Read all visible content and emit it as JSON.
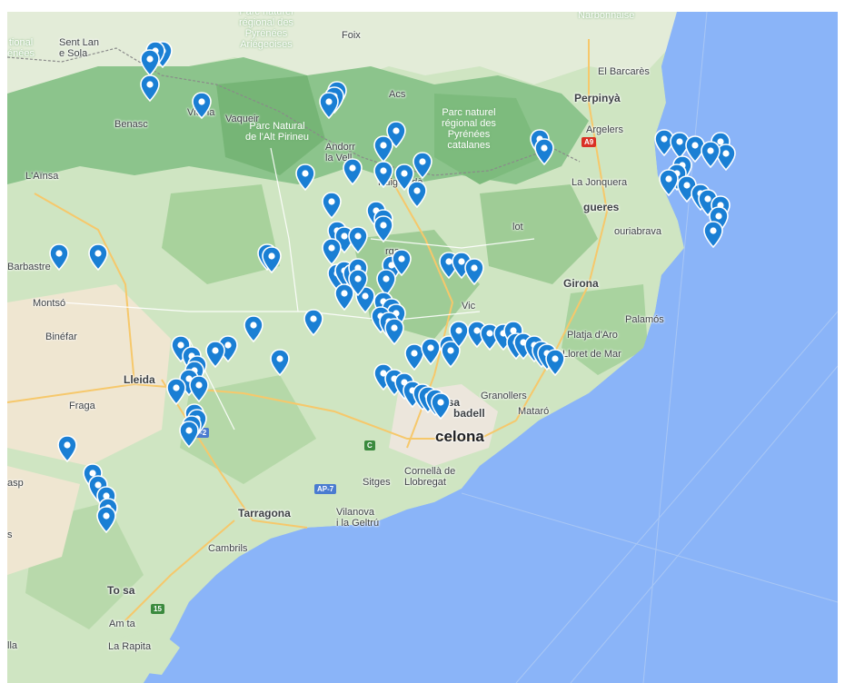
{
  "map": {
    "place_labels": [
      {
        "id": "parc-naturel-pyrenees-ariegeoises",
        "lines": [
          "Parc naturel",
          "régional des",
          "Pyrénées",
          "Ariégeoises"
        ],
        "style": "park"
      },
      {
        "id": "foix",
        "text": "Foix",
        "style": "normal"
      },
      {
        "id": "narbonnaise",
        "text": "Narbonnaise",
        "style": "park"
      },
      {
        "id": "sent-lan-e-sola",
        "lines": [
          "Sent Lan",
          "e Sola"
        ],
        "style": "normal"
      },
      {
        "id": "national-pyrenees",
        "lines": [
          "tional",
          "énées"
        ],
        "style": "park"
      },
      {
        "id": "vielha",
        "text": "Vielha",
        "style": "normal"
      },
      {
        "id": "vaqueira",
        "text": "Vaqueir",
        "style": "normal"
      },
      {
        "id": "benasc",
        "text": "Benasc",
        "style": "normal"
      },
      {
        "id": "parc-natural-alt-pirineu",
        "lines": [
          "Parc Natural",
          "de l'Alt Pirineu"
        ],
        "style": "park"
      },
      {
        "id": "andorra-la-vella",
        "lines": [
          "Andorr",
          "la Vell"
        ],
        "style": "normal"
      },
      {
        "id": "acs",
        "text": "Acs",
        "style": "normal"
      },
      {
        "id": "parc-naturel-pyrenees-catalanes",
        "lines": [
          "Parc naturel",
          "régional des",
          "Pyrénées",
          "catalanes"
        ],
        "style": "park"
      },
      {
        "id": "el-barcares",
        "text": "El Barcarès",
        "style": "normal"
      },
      {
        "id": "perpinya",
        "text": "Perpinyà",
        "style": "bold"
      },
      {
        "id": "argelers",
        "text": "Argelers",
        "style": "normal"
      },
      {
        "id": "l-ainsa",
        "text": "L'Aïnsa",
        "style": "normal"
      },
      {
        "id": "puigcerda",
        "text": "Puigcerdà",
        "style": "normal"
      },
      {
        "id": "la-jonquera",
        "text": "La Jonquera",
        "style": "normal"
      },
      {
        "id": "figueres",
        "text": "gueres",
        "style": "bold"
      },
      {
        "id": "olot",
        "text": "lot",
        "style": "normal"
      },
      {
        "id": "costa-brava",
        "text": "ouriabrava",
        "style": "normal"
      },
      {
        "id": "barbastre",
        "text": "Barbastre",
        "style": "normal"
      },
      {
        "id": "berga",
        "text": "rga",
        "style": "normal"
      },
      {
        "id": "girona",
        "text": "Girona",
        "style": "bold"
      },
      {
        "id": "montso",
        "text": "Montsó",
        "style": "normal"
      },
      {
        "id": "vic",
        "text": "Vic",
        "style": "normal"
      },
      {
        "id": "palamos",
        "text": "Palamós",
        "style": "normal"
      },
      {
        "id": "binefar",
        "text": "Binéfar",
        "style": "normal"
      },
      {
        "id": "platja-d-aro",
        "text": "Platja d'Aro",
        "style": "normal"
      },
      {
        "id": "lloret-de-mar",
        "text": "Lloret de Mar",
        "style": "normal"
      },
      {
        "id": "lleida",
        "text": "Lleida",
        "style": "bold"
      },
      {
        "id": "terrassa",
        "text": "rrassa",
        "style": "bold"
      },
      {
        "id": "granollers",
        "text": "Granollers",
        "style": "normal"
      },
      {
        "id": "fraga",
        "text": "Fraga",
        "style": "normal"
      },
      {
        "id": "sabadell",
        "text": "badell",
        "style": "bold"
      },
      {
        "id": "mataro",
        "text": "Mataró",
        "style": "normal"
      },
      {
        "id": "barcelona",
        "text": "celona",
        "style": "city"
      },
      {
        "id": "cornella",
        "lines": [
          "Cornellà de",
          "Llobregat"
        ],
        "style": "normal"
      },
      {
        "id": "sitges",
        "text": "Sitges",
        "style": "normal"
      },
      {
        "id": "casp",
        "text": "asp",
        "style": "normal"
      },
      {
        "id": "tarragona",
        "text": "Tarragona",
        "style": "bold"
      },
      {
        "id": "vilanova",
        "lines": [
          "Vilanova",
          "i la Geltrú"
        ],
        "style": "normal"
      },
      {
        "id": "cambrils",
        "text": "Cambrils",
        "style": "normal"
      },
      {
        "id": "tortosa",
        "text": "To    sa",
        "style": "bold"
      },
      {
        "id": "amposta",
        "text": "Am      ta",
        "style": "normal"
      },
      {
        "id": "la-rapita",
        "text": "La Rapita",
        "style": "normal"
      },
      {
        "id": "left-edge-s",
        "text": "s",
        "style": "normal"
      },
      {
        "id": "left-edge-la",
        "text": "lla",
        "style": "normal"
      }
    ],
    "road_shields": [
      {
        "id": "a9",
        "text": "A9",
        "color": "red"
      },
      {
        "id": "ap2",
        "text": "AP-2",
        "color": "blue"
      },
      {
        "id": "ap7",
        "text": "AP-7",
        "color": "blue"
      },
      {
        "id": "c16",
        "text": "C",
        "color": "green"
      },
      {
        "id": "e15",
        "text": "15",
        "color": "green"
      }
    ],
    "marker_color": "#1a7fd4",
    "markers": [
      {
        "lat": 42.76,
        "lon": 0.85
      },
      {
        "lat": 42.76,
        "lon": 0.82
      },
      {
        "lat": 42.73,
        "lon": 0.8
      },
      {
        "lat": 42.64,
        "lon": 0.8
      },
      {
        "lat": 42.58,
        "lon": 1.0
      },
      {
        "lat": 42.62,
        "lon": 1.52
      },
      {
        "lat": 42.6,
        "lon": 1.51
      },
      {
        "lat": 42.58,
        "lon": 1.49
      },
      {
        "lat": 42.48,
        "lon": 1.75
      },
      {
        "lat": 42.43,
        "lon": 1.7
      },
      {
        "lat": 42.45,
        "lon": 2.3
      },
      {
        "lat": 42.42,
        "lon": 2.32
      },
      {
        "lat": 42.37,
        "lon": 1.85
      },
      {
        "lat": 42.33,
        "lon": 1.4
      },
      {
        "lat": 42.35,
        "lon": 1.58
      },
      {
        "lat": 42.34,
        "lon": 1.7
      },
      {
        "lat": 42.33,
        "lon": 1.78
      },
      {
        "lat": 42.27,
        "lon": 1.83
      },
      {
        "lat": 42.23,
        "lon": 1.5
      },
      {
        "lat": 42.2,
        "lon": 1.67
      },
      {
        "lat": 42.17,
        "lon": 1.7
      },
      {
        "lat": 42.15,
        "lon": 1.7
      },
      {
        "lat": 42.13,
        "lon": 1.52
      },
      {
        "lat": 42.11,
        "lon": 1.55
      },
      {
        "lat": 42.11,
        "lon": 1.6
      },
      {
        "lat": 42.07,
        "lon": 1.5
      },
      {
        "lat": 42.05,
        "lon": 1.25
      },
      {
        "lat": 42.04,
        "lon": 1.27
      },
      {
        "lat": 42.01,
        "lon": 1.73
      },
      {
        "lat": 42.03,
        "lon": 1.77
      },
      {
        "lat": 42.02,
        "lon": 1.95
      },
      {
        "lat": 42.02,
        "lon": 2.0
      },
      {
        "lat": 42.0,
        "lon": 2.05
      },
      {
        "lat": 41.98,
        "lon": 1.52
      },
      {
        "lat": 41.99,
        "lon": 1.55
      },
      {
        "lat": 41.98,
        "lon": 1.58
      },
      {
        "lat": 41.96,
        "lon": 1.71
      },
      {
        "lat": 42.05,
        "lon": 0.6
      },
      {
        "lat": 42.05,
        "lon": 0.45
      },
      {
        "lat": 41.91,
        "lon": 1.55
      },
      {
        "lat": 41.9,
        "lon": 1.63
      },
      {
        "lat": 41.88,
        "lon": 1.7
      },
      {
        "lat": 41.86,
        "lon": 1.73
      },
      {
        "lat": 41.84,
        "lon": 1.75
      },
      {
        "lat": 41.83,
        "lon": 1.69
      },
      {
        "lat": 41.81,
        "lon": 1.72
      },
      {
        "lat": 41.79,
        "lon": 1.74
      },
      {
        "lat": 41.8,
        "lon": 1.2
      },
      {
        "lat": 41.82,
        "lon": 1.43
      },
      {
        "lat": 41.73,
        "lon": 1.1
      },
      {
        "lat": 41.73,
        "lon": 0.92
      },
      {
        "lat": 41.71,
        "lon": 1.05
      },
      {
        "lat": 41.69,
        "lon": 0.96
      },
      {
        "lat": 41.66,
        "lon": 0.98
      },
      {
        "lat": 41.64,
        "lon": 0.97
      },
      {
        "lat": 41.61,
        "lon": 0.95
      },
      {
        "lat": 41.58,
        "lon": 0.9
      },
      {
        "lat": 41.59,
        "lon": 0.99
      },
      {
        "lat": 41.68,
        "lon": 1.3
      },
      {
        "lat": 41.7,
        "lon": 1.82
      },
      {
        "lat": 41.72,
        "lon": 1.88
      },
      {
        "lat": 41.73,
        "lon": 1.95
      },
      {
        "lat": 41.71,
        "lon": 1.96
      },
      {
        "lat": 41.78,
        "lon": 1.99
      },
      {
        "lat": 41.78,
        "lon": 2.06
      },
      {
        "lat": 41.77,
        "lon": 2.11
      },
      {
        "lat": 41.77,
        "lon": 2.16
      },
      {
        "lat": 41.78,
        "lon": 2.2
      },
      {
        "lat": 41.74,
        "lon": 2.21
      },
      {
        "lat": 41.74,
        "lon": 2.24
      },
      {
        "lat": 41.73,
        "lon": 2.28
      },
      {
        "lat": 41.71,
        "lon": 2.31
      },
      {
        "lat": 41.7,
        "lon": 2.33
      },
      {
        "lat": 41.68,
        "lon": 2.36
      },
      {
        "lat": 41.63,
        "lon": 1.7
      },
      {
        "lat": 41.61,
        "lon": 1.74
      },
      {
        "lat": 41.6,
        "lon": 1.78
      },
      {
        "lat": 41.57,
        "lon": 1.81
      },
      {
        "lat": 41.56,
        "lon": 1.85
      },
      {
        "lat": 41.55,
        "lon": 1.87
      },
      {
        "lat": 41.54,
        "lon": 1.9
      },
      {
        "lat": 41.53,
        "lon": 1.92
      },
      {
        "lat": 42.45,
        "lon": 2.78
      },
      {
        "lat": 42.44,
        "lon": 2.84
      },
      {
        "lat": 42.43,
        "lon": 2.9
      },
      {
        "lat": 42.44,
        "lon": 3.0
      },
      {
        "lat": 42.4,
        "lon": 3.02
      },
      {
        "lat": 42.41,
        "lon": 2.96
      },
      {
        "lat": 42.36,
        "lon": 2.85
      },
      {
        "lat": 42.33,
        "lon": 2.83
      },
      {
        "lat": 42.31,
        "lon": 2.8
      },
      {
        "lat": 42.29,
        "lon": 2.87
      },
      {
        "lat": 42.26,
        "lon": 2.92
      },
      {
        "lat": 42.24,
        "lon": 2.95
      },
      {
        "lat": 42.22,
        "lon": 3.0
      },
      {
        "lat": 42.18,
        "lon": 2.99
      },
      {
        "lat": 42.13,
        "lon": 2.97
      },
      {
        "lat": 42.0,
        "lon": 1.6
      },
      {
        "lat": 41.96,
        "lon": 1.6
      },
      {
        "lat": 41.49,
        "lon": 0.97
      },
      {
        "lat": 41.47,
        "lon": 0.98
      },
      {
        "lat": 41.45,
        "lon": 0.96
      },
      {
        "lat": 41.43,
        "lon": 0.95
      },
      {
        "lat": 41.38,
        "lon": 0.48
      },
      {
        "lat": 41.28,
        "lon": 0.58
      },
      {
        "lat": 41.24,
        "lon": 0.6
      },
      {
        "lat": 41.2,
        "lon": 0.63
      },
      {
        "lat": 41.16,
        "lon": 0.64
      },
      {
        "lat": 41.13,
        "lon": 0.63
      }
    ]
  }
}
